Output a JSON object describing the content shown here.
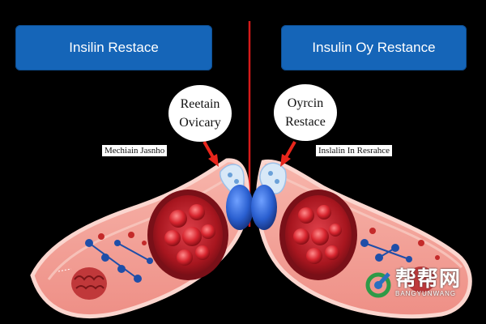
{
  "banners": {
    "left": "Insilin Restace",
    "right": "Insulin Oy Restance"
  },
  "bubbles": {
    "left": [
      "Reetain",
      "Ovicary"
    ],
    "right": [
      "Oyrcin",
      "Restace"
    ]
  },
  "tags": {
    "left": "Mechiain Jasnho",
    "right": "Inslalin In Resrahce"
  },
  "watermark": {
    "chinese": "帮帮网",
    "latin": "BANGYUNWANG"
  },
  "colors": {
    "banner": "#1565b8",
    "arrow": "#e8261c",
    "divider": "#d41a1a",
    "organ_fill": "#f2a29a",
    "organ_rim": "#f7c9c0",
    "core": "#b81f2a",
    "lobe": "#2a62c8"
  },
  "icons": {
    "arrows": "red-arrow-icon",
    "brain": "brain-icon",
    "logo": "bangbang-logo-icon"
  }
}
